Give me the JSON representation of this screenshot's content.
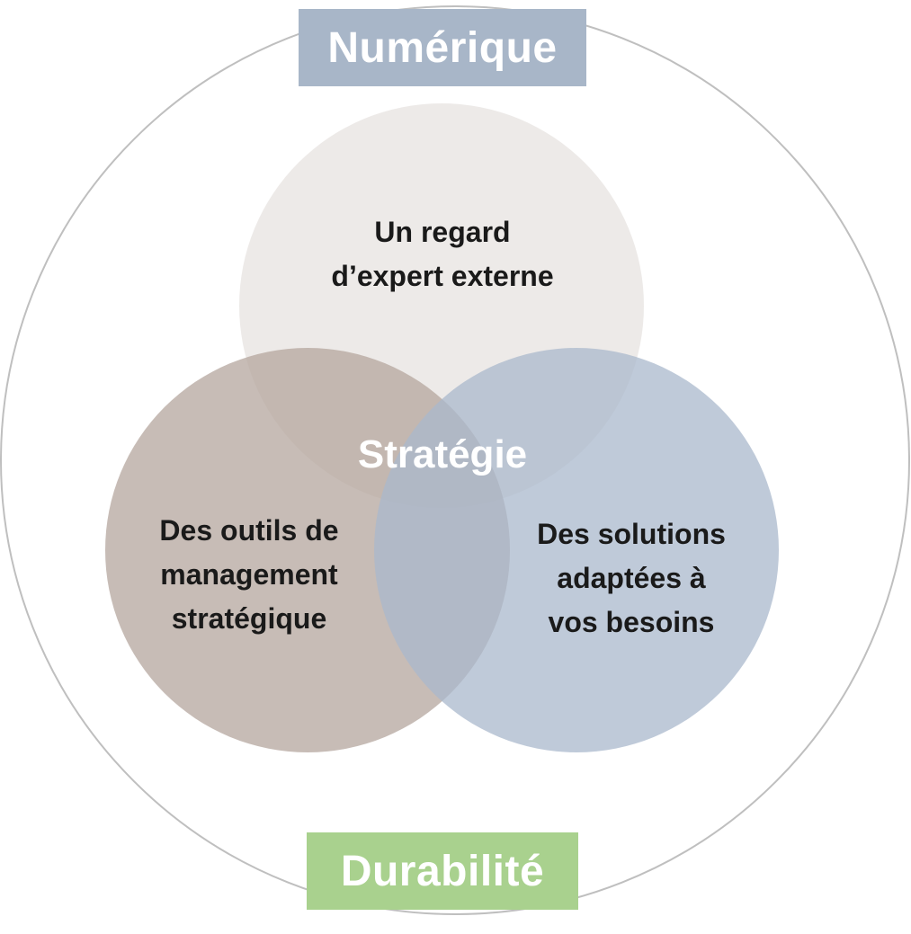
{
  "outer_labels": {
    "top": "Numérique",
    "bottom": "Durabilité"
  },
  "center_label": "Stratégie",
  "circles": {
    "top": {
      "lines": [
        "Un regard",
        "d’expert externe"
      ]
    },
    "left": {
      "lines": [
        "Des outils de",
        "management",
        "stratégique"
      ]
    },
    "right": {
      "lines": [
        "Des solutions",
        "adaptées à",
        "vos besoins"
      ]
    }
  },
  "colors": {
    "top_box": "#a8b6c8",
    "bottom_box": "#a9d18e",
    "outer_ring": "#bfbfbf",
    "circle_top": "#e7e3e0",
    "circle_left": "#b4a59d",
    "circle_right": "#aab8cc"
  }
}
